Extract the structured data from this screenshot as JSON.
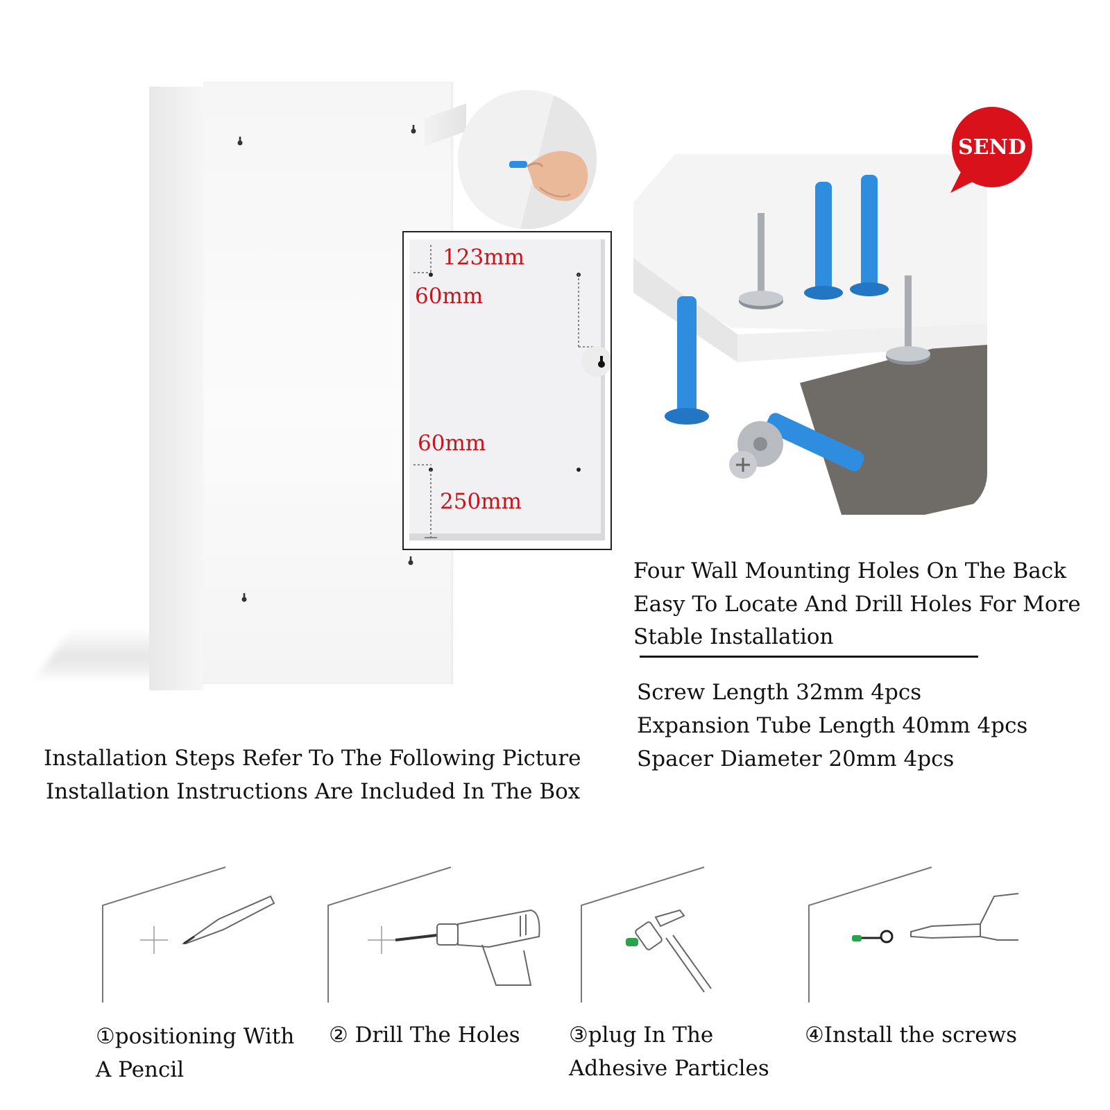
{
  "dimensions": {
    "top_offset": "123mm",
    "side_offset_top": "60mm",
    "side_offset_bottom": "60mm",
    "bottom_offset": "250mm"
  },
  "badge": {
    "label": "SEND",
    "color": "#d9111b"
  },
  "features": {
    "line1": "Four Wall Mounting Holes On The Back",
    "line2": "Easy To Locate And Drill Holes For More",
    "line3": "Stable Installation"
  },
  "specs": [
    "Screw Length 32mm 4pcs",
    "Expansion Tube Length 40mm 4pcs",
    "Spacer Diameter 20mm 4pcs"
  ],
  "installation_note": {
    "line1": "Installation Steps Refer To The Following Picture",
    "line2": "Installation Instructions Are Included In The Box"
  },
  "steps": [
    {
      "line1": "①positioning With",
      "line2": "A Pencil",
      "icon": "pencil-icon"
    },
    {
      "line1": "② Drill The Holes",
      "line2": "",
      "icon": "drill-icon"
    },
    {
      "line1": "③plug In The",
      "line2": "Adhesive Particles",
      "icon": "hammer-icon"
    },
    {
      "line1": "④Install the screws",
      "line2": "",
      "icon": "screwdriver-icon"
    }
  ],
  "colors": {
    "plug_blue": "#2f8de0",
    "dimension_red": "#c8141b",
    "accent_green": "#2aa34a"
  }
}
